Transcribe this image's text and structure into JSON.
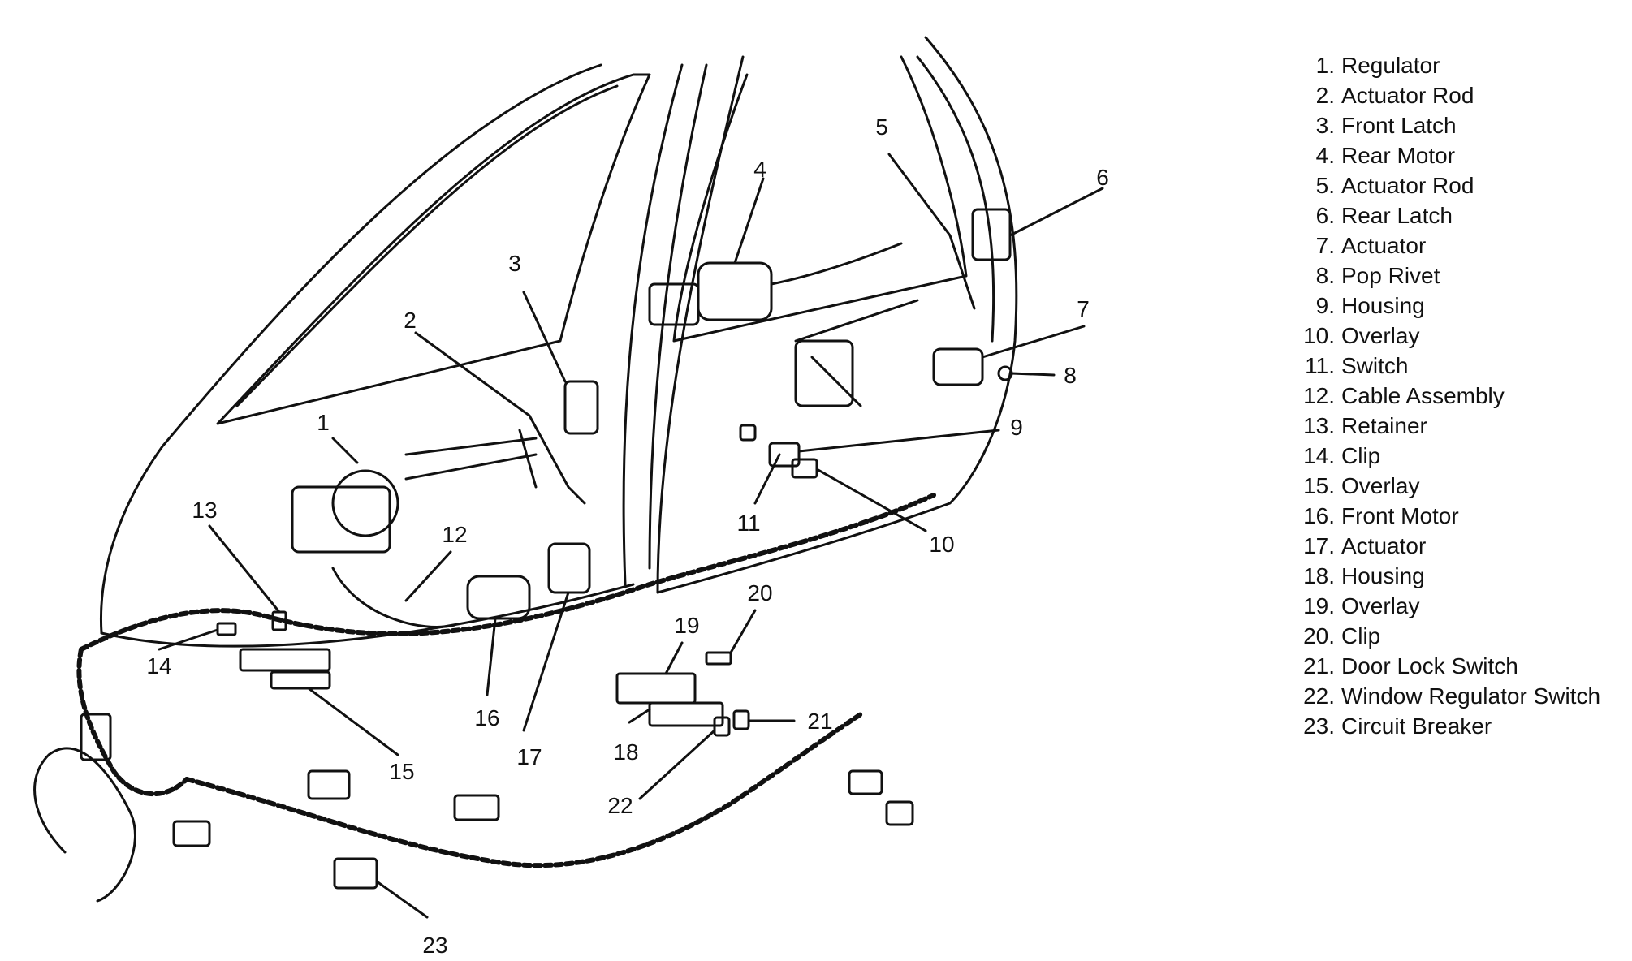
{
  "diagram": {
    "callouts": [
      "1",
      "2",
      "3",
      "4",
      "5",
      "6",
      "7",
      "8",
      "9",
      "10",
      "11",
      "12",
      "13",
      "14",
      "15",
      "16",
      "17",
      "18",
      "19",
      "20",
      "21",
      "22",
      "23"
    ],
    "legend": [
      {
        "num": "1.",
        "label": "Regulator"
      },
      {
        "num": "2.",
        "label": "Actuator Rod"
      },
      {
        "num": "3.",
        "label": "Front Latch"
      },
      {
        "num": "4.",
        "label": "Rear Motor"
      },
      {
        "num": "5.",
        "label": "Actuator Rod"
      },
      {
        "num": "6.",
        "label": "Rear Latch"
      },
      {
        "num": "7.",
        "label": "Actuator"
      },
      {
        "num": "8.",
        "label": "Pop Rivet"
      },
      {
        "num": "9.",
        "label": "Housing"
      },
      {
        "num": "10.",
        "label": "Overlay"
      },
      {
        "num": "11.",
        "label": "Switch"
      },
      {
        "num": "12.",
        "label": "Cable Assembly"
      },
      {
        "num": "13.",
        "label": "Retainer"
      },
      {
        "num": "14.",
        "label": "Clip"
      },
      {
        "num": "15.",
        "label": "Overlay"
      },
      {
        "num": "16.",
        "label": "Front Motor"
      },
      {
        "num": "17.",
        "label": "Actuator"
      },
      {
        "num": "18.",
        "label": "Housing"
      },
      {
        "num": "19.",
        "label": "Overlay"
      },
      {
        "num": "20.",
        "label": "Clip"
      },
      {
        "num": "21.",
        "label": "Door Lock Switch"
      },
      {
        "num": "22.",
        "label": "Window Regulator Switch"
      },
      {
        "num": "23.",
        "label": "Circuit Breaker"
      }
    ]
  }
}
